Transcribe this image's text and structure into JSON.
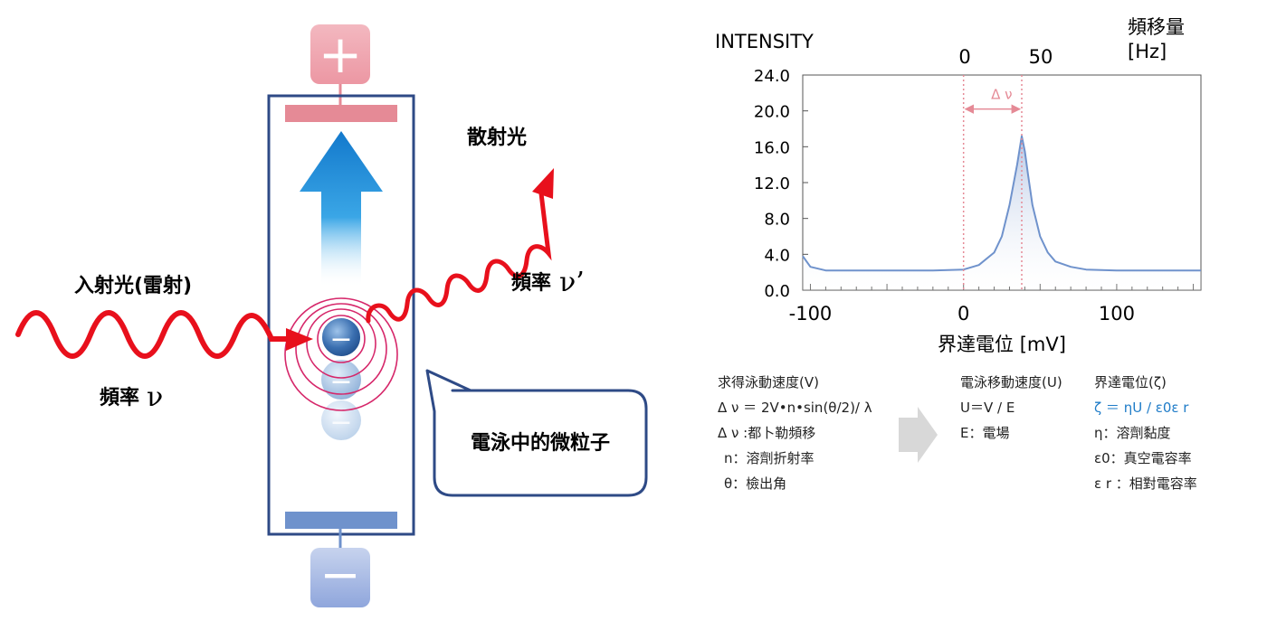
{
  "diagram": {
    "plus_sign": "+",
    "minus_sign": "−",
    "particle_sign": "−",
    "incident_label": "入射光(雷射)",
    "incident_freq_label": "頻率",
    "incident_nu": "ν",
    "scattered_label": "散射光",
    "scattered_freq_label": "頻率",
    "scattered_nu": "ν’",
    "callout_text": "電泳中的微粒子",
    "colors": {
      "electrode_pos": "#e58a96",
      "electrode_neg": "#6f92cc",
      "frame": "#2e4a86",
      "laser": "#e8101c",
      "arrow": "#1b86d6",
      "particle": "#3a6fb0",
      "rings": "#d6276a"
    }
  },
  "chart_labels": {
    "ylabel": "INTENSITY",
    "top_axis_title_line1": "頻移量",
    "top_axis_title_line2": "[Hz]",
    "top_ticks": [
      "0",
      "50"
    ],
    "yticks": [
      "24.0",
      "20.0",
      "16.0",
      "12.0",
      "8.0",
      "4.0",
      "0.0"
    ],
    "xticks": [
      "-100",
      "0",
      "100"
    ],
    "xlabel": "界達電位 [mV]",
    "delta_label": "Δ ν"
  },
  "chart_data": {
    "type": "line",
    "title": "",
    "xlabel": "界達電位 [mV]",
    "ylabel": "INTENSITY",
    "xlim": [
      -105,
      155
    ],
    "ylim": [
      0,
      24
    ],
    "top_axis": {
      "label": "頻移量 [Hz]",
      "ticks": [
        "0",
        "50"
      ]
    },
    "series": [
      {
        "x": [
          -105,
          -100,
          -90,
          -80,
          -60,
          -40,
          -20,
          0,
          10,
          20,
          25,
          30,
          35,
          38,
          40,
          42,
          45,
          50,
          55,
          60,
          70,
          80,
          100,
          120,
          140,
          155
        ],
        "values": [
          3.8,
          2.6,
          2.2,
          2.2,
          2.2,
          2.2,
          2.2,
          2.3,
          2.8,
          4.2,
          6.0,
          9.5,
          14.0,
          17.2,
          15.5,
          13.0,
          9.5,
          6.0,
          4.2,
          3.2,
          2.6,
          2.3,
          2.2,
          2.2,
          2.2,
          2.2
        ]
      }
    ],
    "annotations": [
      {
        "type": "vline",
        "x": 0,
        "style": "dotted"
      },
      {
        "type": "vline",
        "x": 38,
        "style": "dotted"
      },
      {
        "type": "span-arrow",
        "from": 0,
        "to": 38,
        "y": 20.2,
        "label": "Δ ν"
      }
    ],
    "grid": false,
    "line_color": "#6f92cc",
    "fill_color": "#c9d6ea",
    "marker_color": "#e58a96"
  },
  "formulas": {
    "col1_title": "求得泳動速度(V)",
    "col1_lines": [
      "Δ ν ＝ 2V•n•sin(θ/2)/ λ",
      "Δ ν :都卜勒頻移",
      "n：溶劑折射率",
      "θ：檢出角"
    ],
    "col2_title": "電泳移動速度(U)",
    "col2_lines": [
      "U＝V / E",
      "E：電場"
    ],
    "col3_title": "界達電位(ζ)",
    "col3_lines": [
      "ζ ＝ ηU / ε0ε r",
      "η：溶劑黏度",
      "ε0：真空電容率",
      "ε r ：相對電容率"
    ],
    "accent_color": "#1f7cc8"
  }
}
